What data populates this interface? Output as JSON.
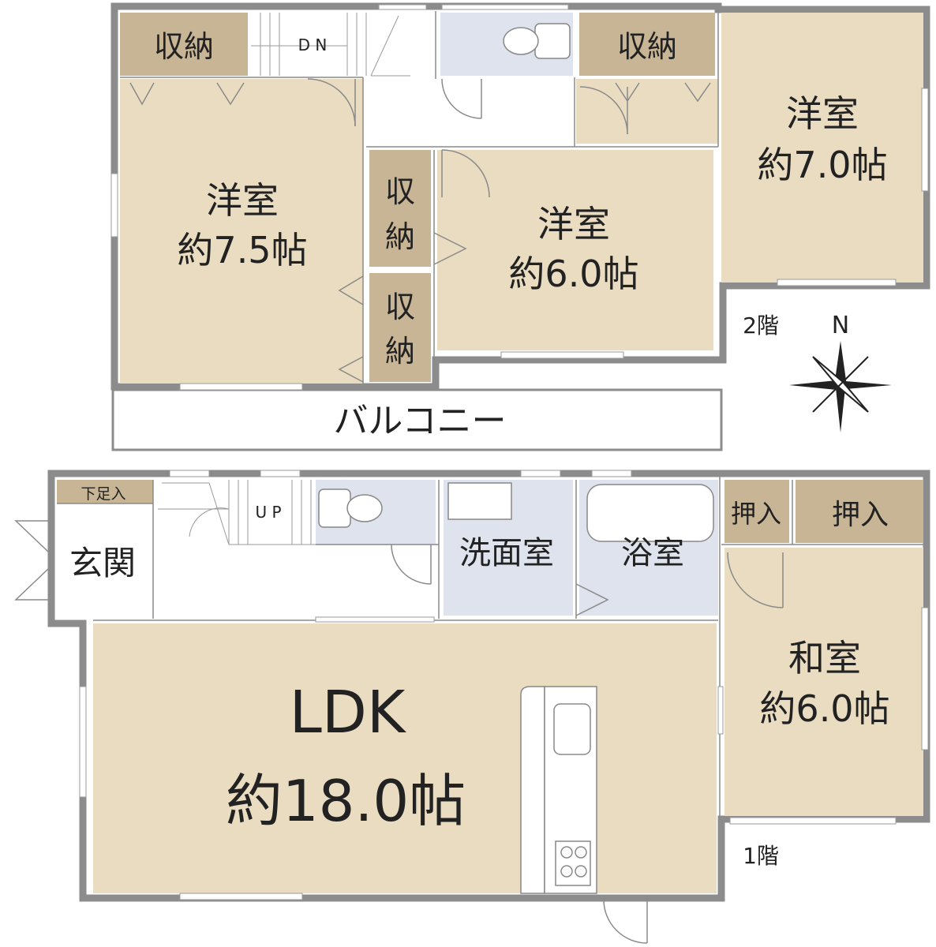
{
  "floor2": {
    "label": "2階",
    "compass": "N",
    "rooms": {
      "storage_a": "収納",
      "stairs_down": "D N",
      "storage_b": "収納",
      "western_a_name": "洋室",
      "western_a_size": "約7.5帖",
      "storage_c_1": "収",
      "storage_c_2": "納",
      "storage_d_1": "収",
      "storage_d_2": "納",
      "western_b_name": "洋室",
      "western_b_size": "約6.0帖",
      "western_c_name": "洋室",
      "western_c_size": "約7.0帖",
      "balcony": "バルコニー"
    }
  },
  "floor1": {
    "label": "1階",
    "rooms": {
      "shoe_storage": "下足入",
      "entrance": "玄関",
      "stairs_up": "U P",
      "washroom": "洗面室",
      "bathroom": "浴室",
      "closet_a": "押入",
      "closet_b": "押入",
      "ldk_name": "LDK",
      "ldk_size": "約18.0帖",
      "japanese_name": "和室",
      "japanese_size": "約6.0帖"
    }
  }
}
